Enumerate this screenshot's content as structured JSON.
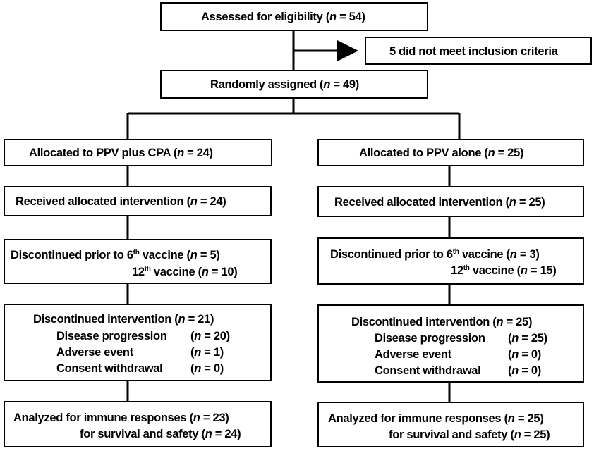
{
  "flow": {
    "assessed": {
      "label": "Assessed for eligibility (",
      "n": "n",
      "eq": " =  54)"
    },
    "excluded": {
      "label": "5 did not meet inclusion criteria"
    },
    "randomized": {
      "label": "Randomly assigned (",
      "n": "n",
      "eq": " =  49)"
    },
    "left": {
      "allocated": {
        "label": "Allocated to PPV plus CPA (",
        "n": "n",
        "eq": " =  24)"
      },
      "received": {
        "label": "Received allocated intervention (",
        "n": "n",
        "eq": " =  24)"
      },
      "disc_prior": {
        "line1": {
          "pre": "Discontinued prior to 6",
          "sup": "th",
          "post": " vaccine  (",
          "n": "n",
          "eq": " =  5)"
        },
        "line2": {
          "pre": "12",
          "sup": "th",
          "post": " vaccine  (",
          "n": "n",
          "eq": " =  10)"
        }
      },
      "discontinued": {
        "header": {
          "label": "Discontinued intervention  (",
          "n": "n",
          "eq": " =  21)"
        },
        "reasons": [
          {
            "label": "Disease progression",
            "n": "n",
            "eq": " =  20)"
          },
          {
            "label": "Adverse event",
            "n": "n",
            "eq": " =  1)"
          },
          {
            "label": "Consent withdrawal",
            "n": "n",
            "eq": " =  0)"
          }
        ]
      },
      "analyzed": {
        "line1": {
          "label": "Analyzed for immune responses (",
          "n": "n",
          "eq": " =  23)"
        },
        "line2": {
          "label": "for survival and safety (",
          "n": "n",
          "eq": " =  24)"
        }
      }
    },
    "right": {
      "allocated": {
        "label": "Allocated to PPV alone (",
        "n": "n",
        "eq": " =  25)"
      },
      "received": {
        "label": "Received allocated intervention (",
        "n": "n",
        "eq": " =  25)"
      },
      "disc_prior": {
        "line1": {
          "pre": "Discontinued prior to 6",
          "sup": "th",
          "post": " vaccine  (",
          "n": "n",
          "eq": " =  3)"
        },
        "line2": {
          "pre": "12",
          "sup": "th",
          "post": " vaccine  (",
          "n": "n",
          "eq": " =  15)"
        }
      },
      "discontinued": {
        "header": {
          "label": "Discontinued intervention  (",
          "n": "n",
          "eq": " =  25)"
        },
        "reasons": [
          {
            "label": "Disease progression",
            "n": "n",
            "eq": " =  25)"
          },
          {
            "label": "Adverse event",
            "n": "n",
            "eq": " =  0)"
          },
          {
            "label": "Consent withdrawal",
            "n": "n",
            "eq": " =  0)"
          }
        ]
      },
      "analyzed": {
        "line1": {
          "label": "Analyzed  for immune responses (",
          "n": "n",
          "eq": " =  25)"
        },
        "line2": {
          "label": "for survival and safety (",
          "n": "n",
          "eq": " =  25)"
        }
      }
    }
  }
}
